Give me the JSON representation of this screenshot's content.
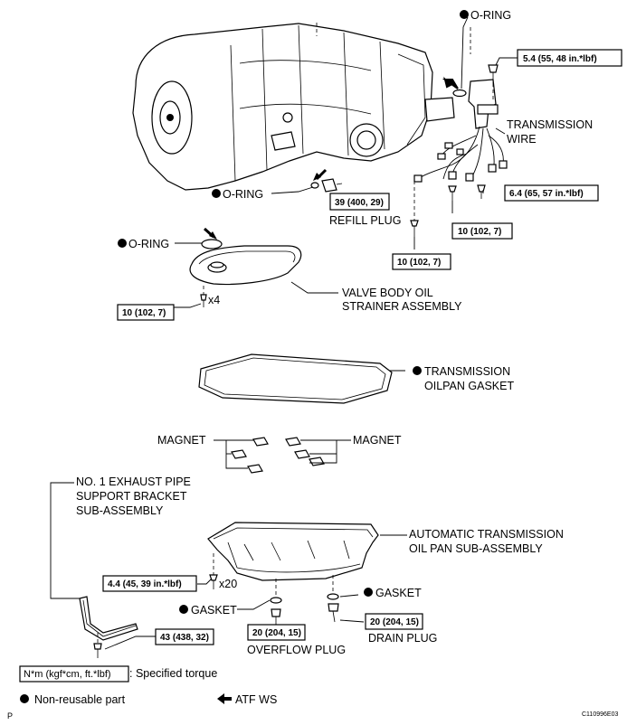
{
  "labels": {
    "oring_top": "O-RING",
    "oring_mid": "O-RING",
    "oring_left": "O-RING",
    "transmission_wire_1": "TRANSMISSION",
    "transmission_wire_2": "WIRE",
    "refill_plug": "REFILL PLUG",
    "strainer_1": "VALVE BODY OIL",
    "strainer_2": "STRAINER ASSEMBLY",
    "gasket_pan_1": "TRANSMISSION",
    "gasket_pan_2": "OILPAN GASKET",
    "magnet_left": "MAGNET",
    "magnet_right": "MAGNET",
    "bracket_1": "NO. 1 EXHAUST PIPE",
    "bracket_2": "SUPPORT BRACKET",
    "bracket_3": "SUB-ASSEMBLY",
    "oilpan_1": "AUTOMATIC TRANSMISSION",
    "oilpan_2": "OIL PAN SUB-ASSEMBLY",
    "gasket_left": "GASKET",
    "gasket_right": "GASKET",
    "overflow_plug": "OVERFLOW PLUG",
    "drain_plug": "DRAIN PLUG",
    "qty_x4": "x4",
    "qty_x20": "x20"
  },
  "torques": {
    "t_top": "5.4 (55, 48 in.*lbf)",
    "t_wire": "6.4 (65, 57 in.*lbf)",
    "t_refill": "39 (400, 29)",
    "t_wire_bolt1": "10 (102, 7)",
    "t_wire_bolt2": "10 (102, 7)",
    "t_strainer": "10 (102, 7)",
    "t_pan": "4.4 (45, 39 in.*lbf)",
    "t_overflow": "20 (204, 15)",
    "t_drain": "20 (204, 15)",
    "t_bracket": "43 (438, 32)"
  },
  "legend": {
    "torque_unit": "N*m (kgf*cm, ft.*lbf)",
    "torque_desc": ": Specified torque",
    "nonreusable": "Non-reusable part",
    "atf": "ATF WS"
  },
  "footer": {
    "left": "P",
    "code": "C110996E03"
  }
}
